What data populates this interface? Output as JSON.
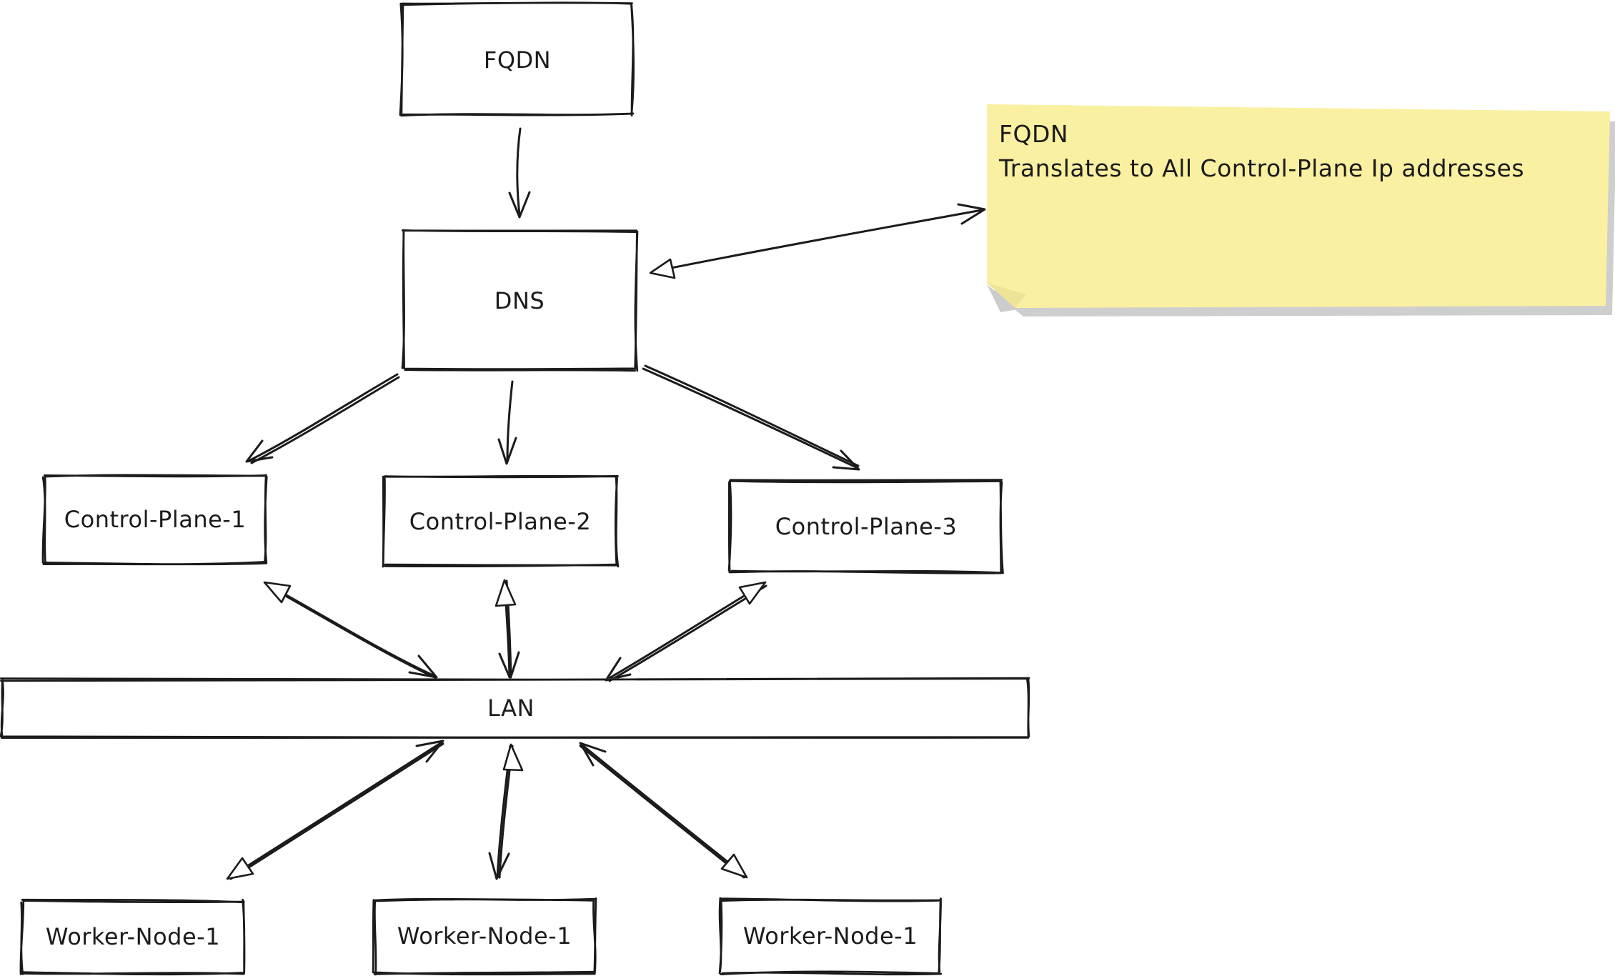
{
  "canvas": {
    "background": "#ffffff",
    "stroke_color": "#1b1b1b"
  },
  "nodes": {
    "fqdn": {
      "label": "FQDN"
    },
    "dns": {
      "label": "DNS"
    },
    "control_plane_1": {
      "label": "Control-Plane-1"
    },
    "control_plane_2": {
      "label": "Control-Plane-2"
    },
    "control_plane_3": {
      "label": "Control-Plane-3"
    },
    "lan": {
      "label": "LAN"
    },
    "worker_node_1": {
      "label": "Worker-Node-1"
    },
    "worker_node_2": {
      "label": "Worker-Node-1"
    },
    "worker_node_3": {
      "label": "Worker-Node-1"
    }
  },
  "note": {
    "line1": "FQDN",
    "line2": "Translates to All Control-Plane Ip addresses",
    "fill": "#faf0a1",
    "shadow": "#c6c6c6"
  },
  "edges": [
    {
      "from": "FQDN",
      "to": "DNS",
      "style": "arrow"
    },
    {
      "from": "DNS",
      "to": "sticky-note",
      "style": "double-arrow"
    },
    {
      "from": "DNS",
      "to": "Control-Plane-1",
      "style": "arrow"
    },
    {
      "from": "DNS",
      "to": "Control-Plane-2",
      "style": "arrow"
    },
    {
      "from": "DNS",
      "to": "Control-Plane-3",
      "style": "arrow"
    },
    {
      "from": "Control-Plane-1",
      "to": "LAN",
      "style": "double-arrow"
    },
    {
      "from": "Control-Plane-2",
      "to": "LAN",
      "style": "double-arrow"
    },
    {
      "from": "Control-Plane-3",
      "to": "LAN",
      "style": "double-arrow"
    },
    {
      "from": "LAN",
      "to": "Worker-Node-1 (left)",
      "style": "double-arrow"
    },
    {
      "from": "LAN",
      "to": "Worker-Node-1 (middle)",
      "style": "double-arrow"
    },
    {
      "from": "LAN",
      "to": "Worker-Node-1 (right)",
      "style": "double-arrow"
    }
  ]
}
